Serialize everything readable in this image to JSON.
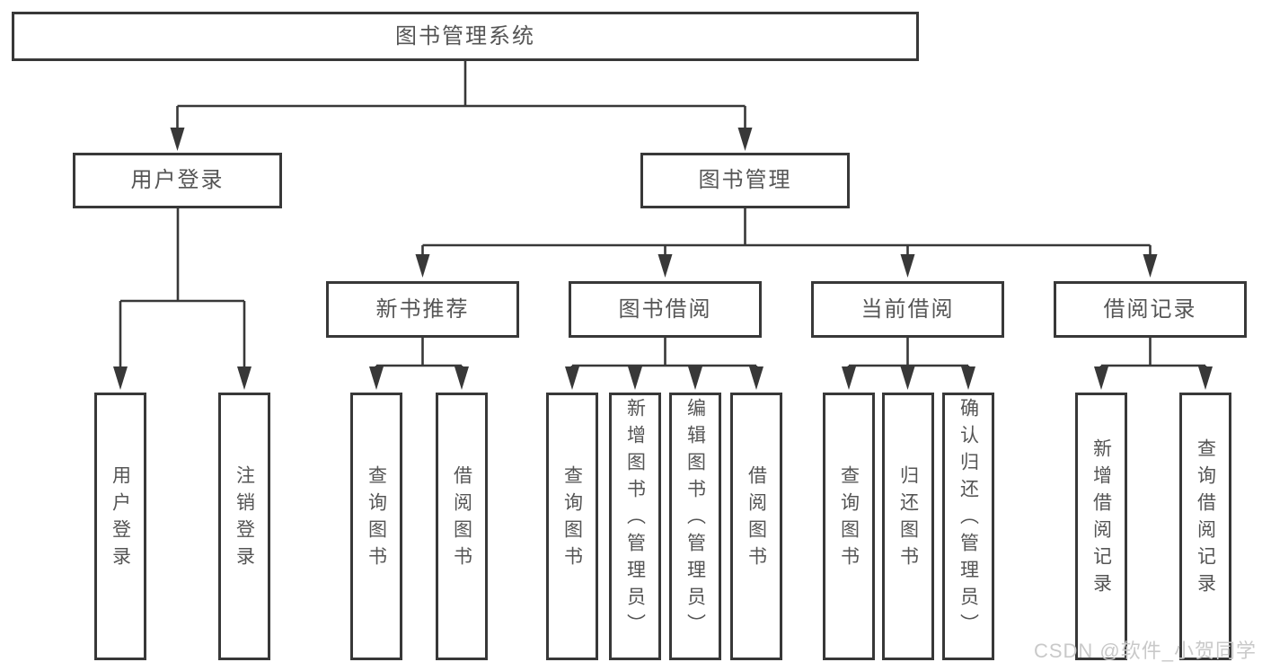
{
  "diagram": {
    "type": "tree",
    "colors": {
      "background": "#ffffff",
      "line": "#383838",
      "box_border": "#383838",
      "text": "#555555",
      "watermark": "#c9c9c9"
    },
    "watermark": "CSDN @软件_小贺同学",
    "root": {
      "label": "图书管理系统",
      "children": [
        {
          "label": "用户登录",
          "children": [
            {
              "label": "用户登录"
            },
            {
              "label": "注销登录"
            }
          ]
        },
        {
          "label": "图书管理",
          "children": [
            {
              "label": "新书推荐",
              "children": [
                {
                  "label": "查询图书"
                },
                {
                  "label": "借阅图书"
                }
              ]
            },
            {
              "label": "图书借阅",
              "children": [
                {
                  "label": "查询图书"
                },
                {
                  "label": "新增图书（管理员）"
                },
                {
                  "label": "编辑图书（管理员）"
                },
                {
                  "label": "借阅图书"
                }
              ]
            },
            {
              "label": "当前借阅",
              "children": [
                {
                  "label": "查询图书"
                },
                {
                  "label": "归还图书"
                },
                {
                  "label": "确认归还（管理员）"
                }
              ]
            },
            {
              "label": "借阅记录",
              "children": [
                {
                  "label": "新增借阅记录"
                },
                {
                  "label": "查询借阅记录"
                }
              ]
            }
          ]
        }
      ]
    }
  }
}
